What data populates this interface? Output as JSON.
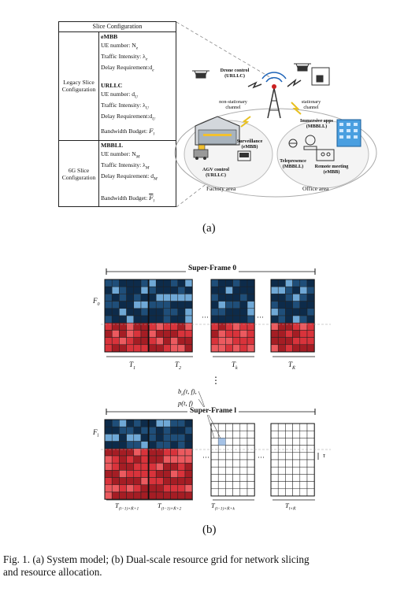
{
  "table": {
    "header": "Slice Configuration",
    "legacy_label": [
      "Legacy Slice",
      "Configuration"
    ],
    "sixg_label": [
      "6G Slice",
      "Configuration"
    ],
    "embb": {
      "title": "eMBB",
      "ue": "UE number: N",
      "ue_sub": "e",
      "traffic": "Traffic Intensity: λ",
      "traffic_sub": "e",
      "delay": "Delay Requirement:d",
      "delay_sub": "e"
    },
    "urllc": {
      "title": "URLLC",
      "ue": "UE number: d",
      "ue_sub": "U",
      "traffic": "Traffic Intensity: λ",
      "traffic_sub": "U",
      "delay": "Delay Requirement:d",
      "delay_sub": "U"
    },
    "budget1": {
      "label": "Bandwidth Budget: ",
      "sym": "F",
      "sub": "l"
    },
    "mbbll": {
      "title": "MBBLL",
      "ue": "UE number: N",
      "ue_sub": "M",
      "traffic": "Traffic Intensity: λ",
      "traffic_sub": "M",
      "delay": "Delay Requirement: d",
      "delay_sub": "M"
    },
    "budget2": {
      "label": "Bandwidth Budget: ",
      "sym": "F",
      "sub": "l"
    }
  },
  "diagram": {
    "drone_control": [
      "Drone control",
      "(URLLC)"
    ],
    "non_stationary": [
      "non-stationary",
      "channel"
    ],
    "stationary": [
      "stationary",
      "channel"
    ],
    "immersive": [
      "Immersive apps",
      "(MBBLL)"
    ],
    "surveillance": [
      "Surveillance",
      "(eMBB)"
    ],
    "telepresence": [
      "Telepresence",
      "(MBBLL)"
    ],
    "remote_meeting": [
      "Remote meeting",
      "(eMBB)"
    ],
    "agv": [
      "AGV control",
      "(URLLC)"
    ],
    "factory": "Factory area",
    "office": "Office area"
  },
  "label_a": "(a)",
  "label_b": "(b)",
  "grid": {
    "superframe0": "Super-Frame 0",
    "superframel": "Super-Frame l",
    "f0": {
      "sym": "F",
      "sub": "0"
    },
    "fl": {
      "sym": "F",
      "sub": "l"
    },
    "t_labels0": [
      {
        "sym": "T",
        "sub": "1"
      },
      {
        "sym": "T",
        "sub": "2"
      },
      {
        "sym": "T",
        "sub": "k"
      },
      {
        "sym": "T",
        "sub": "K̄"
      }
    ],
    "t_labelsl": [
      {
        "sym": "T",
        "sub": "(l−1)×K̄+1"
      },
      {
        "sym": "T",
        "sub": "(l−1)×K̄+2"
      },
      {
        "sym": "T",
        "sub": "(l−1)×K̄+k"
      },
      {
        "sym": "T",
        "sub": "l×K̄"
      }
    ],
    "annotation": [
      "b",
      "n",
      "(t, f),",
      "p(t, f)"
    ],
    "vdots": "⋮",
    "dots": "···",
    "tau": "τ"
  },
  "caption": [
    "Fig. 1.  (a) System model; (b) Dual-scale resource grid for network slicing",
    "and resource allocation."
  ],
  "colors": {
    "dark_blue": "#0d2b4a",
    "mid_blue": "#1f4e79",
    "light_blue": "#6fa8d6",
    "red_dark": "#a51d24",
    "red": "#d9333b",
    "red_light": "#ec5a5f",
    "hatch": "#8fb3e0"
  }
}
